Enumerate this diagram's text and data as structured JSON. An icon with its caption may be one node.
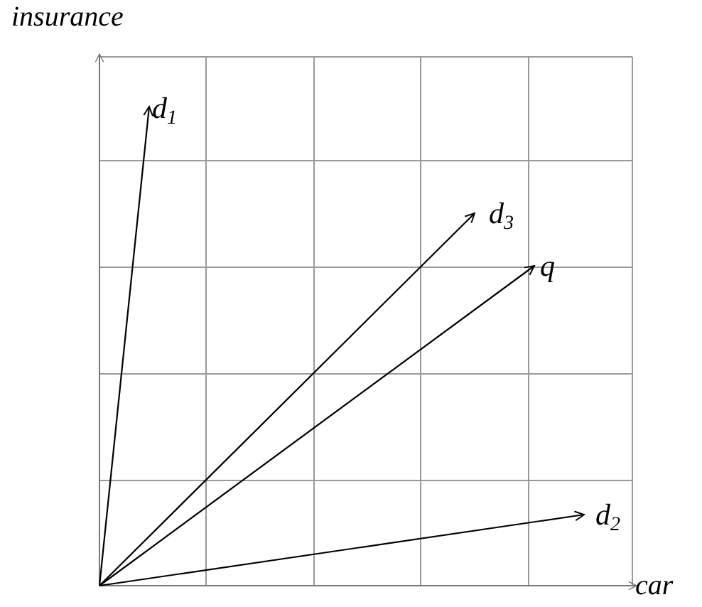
{
  "diagram": {
    "nodes": [
      {
        "text": [
          "d$_{1}$"
        ]
      },
      {
        "text": [
          "d$_{3}$"
        ]
      },
      {
        "text": [
          "q"
        ]
      },
      {
        "text": [
          "d$_{2}$"
        ]
      }
    ],
    "edges": [
      {
        "from": null,
        "to": 0,
        "arrow": "to"
      },
      {
        "from": null,
        "to": 1,
        "arrow": "to"
      },
      {
        "from": null,
        "to": 2,
        "arrow": "to"
      },
      {
        "from": null,
        "to": 3,
        "arrow": "to"
      }
    ],
    "labels": [
      "insurance",
      "car"
    ]
  }
}
